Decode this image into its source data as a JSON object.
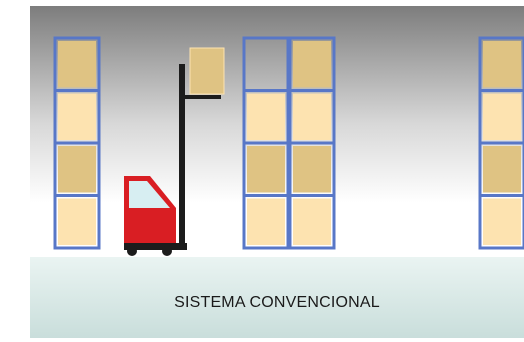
{
  "caption": "SISTEMA CONVENCIONAL",
  "colors": {
    "background_top": "#7d7d7d",
    "background_bottom": "#ffffff",
    "floor_top": "#eaf4f2",
    "floor_bottom": "#c9dedb",
    "rack_frame": "#5877c7",
    "box_light": "#fde3b0",
    "box_dark": "#dfc383",
    "forklift_body": "#d91e23",
    "forklift_window": "#d7eef2",
    "forklift_mast": "#1c1c1c",
    "forklift_wheels": "#1c1c1c"
  },
  "racks": [
    {
      "levels": [
        "dark",
        "light",
        "dark",
        "light"
      ]
    },
    {
      "levels": [
        "empty",
        "light",
        "dark",
        "light"
      ]
    },
    {
      "levels": [
        "dark",
        "light",
        "dark",
        "light"
      ]
    },
    {
      "levels": [
        "dark",
        "light",
        "dark",
        "light"
      ]
    }
  ],
  "forklift": {
    "load": "dark"
  }
}
